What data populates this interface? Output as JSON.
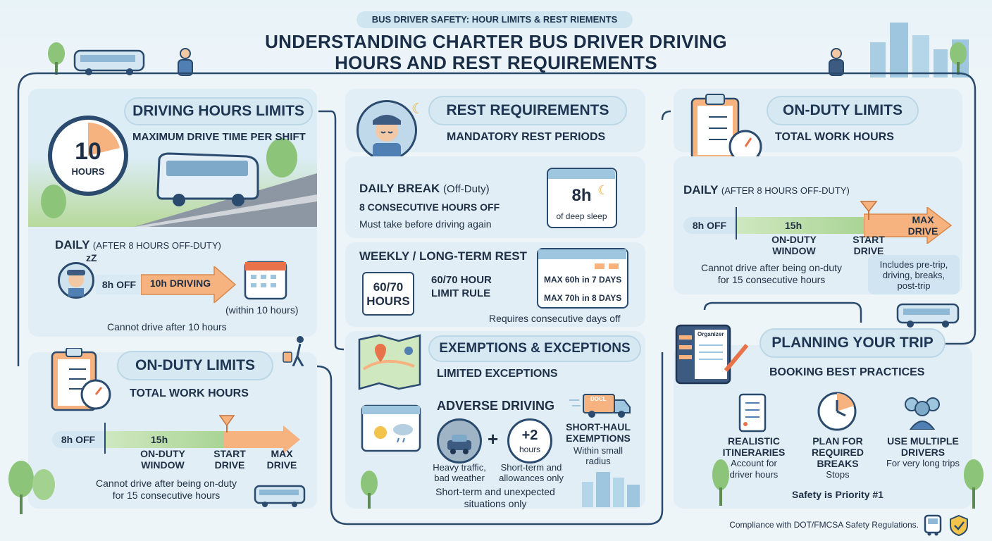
{
  "header": {
    "badge": "BUS DRIVER SAFETY: HOUR LIMITS & REST RIEMENTS",
    "title_line1": "UNDERSTANDING CHARTER BUS DRIVER DRIVING",
    "title_line2": "HOURS AND REST REQUIREMENTS"
  },
  "driving_hours": {
    "title": "DRIVING HOURS LIMITS",
    "subtitle": "MAXIMUM DRIVE TIME PER SHIFT",
    "clock_number": "10",
    "clock_unit": "HOURS",
    "daily_label": "DAILY",
    "daily_note": "(AFTER 8 HOURS OFF-DUTY)",
    "off_label": "8h OFF",
    "driving_label": "10h DRIVING",
    "within": "(within 10 hours)",
    "caption": "Cannot drive after 10 hours"
  },
  "on_duty_left": {
    "title": "ON-DUTY LIMITS",
    "subtitle": "TOTAL WORK HOURS",
    "off_label": "8h OFF",
    "window_hours": "15h",
    "window_label1": "ON-DUTY",
    "window_label2": "WINDOW",
    "start1": "START",
    "start2": "DRIVE",
    "max1": "MAX",
    "max2": "DRIVE",
    "caption1": "Cannot drive after being on-duty",
    "caption2": "for 15 consecutive hours"
  },
  "rest": {
    "title": "REST REQUIREMENTS",
    "subtitle": "MANDATORY REST PERIODS",
    "daily_break": "DAILY BREAK",
    "daily_break_note": "(Off-Duty)",
    "consecutive": "8 CONSECUTIVE HOURS OFF",
    "must_take": "Must take before driving again",
    "cal_value": "8h",
    "cal_caption": "of deep sleep",
    "weekly_title": "WEEKLY / LONG-TERM REST",
    "box_line1": "60/70",
    "box_line2": "HOURS",
    "rule1": "60/70 HOUR",
    "rule2": "LIMIT RULE",
    "max60": "MAX 60h in 7 DAYS",
    "max70": "MAX 70h in 8 DAYS",
    "requires": "Requires consecutive days off"
  },
  "exemptions": {
    "title": "EXEMPTIONS & EXCEPTIONS",
    "subtitle": "LIMITED EXCEPTIONS",
    "adverse": "ADVERSE DRIVING",
    "plus": "+",
    "timer_value": "+2",
    "timer_unit": "hours",
    "traffic1": "Heavy traffic,",
    "traffic2": "bad weather",
    "short1": "Short-term and",
    "short2": "allowances only",
    "shorthaul1": "SHORT-HAUL",
    "shorthaul2": "EXEMPTIONS",
    "radius1": "Within small",
    "radius2": "radius",
    "truck_label": "DOCL",
    "caption1": "Short-term and unexpected",
    "caption2": "situations only"
  },
  "on_duty_right": {
    "title": "ON-DUTY LIMITS",
    "subtitle": "TOTAL WORK HOURS",
    "daily_label": "DAILY",
    "daily_note": "(AFTER 8 HOURS OFF-DUTY)",
    "off_label": "8h OFF",
    "window_hours": "15h",
    "window_label1": "ON-DUTY",
    "window_label2": "WINDOW",
    "start1": "START",
    "start2": "DRIVE",
    "max1": "MAX",
    "max2": "DRIVE",
    "caption1": "Cannot drive after being on-duty",
    "caption2": "for 15 consecutive hours",
    "includes1": "Includes pre-trip,",
    "includes2": "driving, breaks,",
    "includes3": "post-trip"
  },
  "planning": {
    "title": "PLANNING YOUR TRIP",
    "subtitle": "BOOKING BEST PRACTICES",
    "organizer": "Organizer",
    "items": [
      {
        "t1": "REALISTIC",
        "t2": "ITINERARIES",
        "d1": "Account for",
        "d2": "driver hours"
      },
      {
        "t1": "PLAN FOR",
        "t2": "REQUIRED BREAKS",
        "d1": "Stops",
        "d2": ""
      },
      {
        "t1": "USE MULTIPLE",
        "t2": "DRIVERS",
        "d1": "For very long trips",
        "d2": ""
      }
    ],
    "safety": "Safety is Priority #1"
  },
  "footer": {
    "compliance": "Compliance with DOT/FMCSA Safety Regulations."
  },
  "colors": {
    "navy": "#1e3654",
    "green": "#b9dba7",
    "orange": "#f6b37f",
    "panel": "#e1eef5"
  }
}
